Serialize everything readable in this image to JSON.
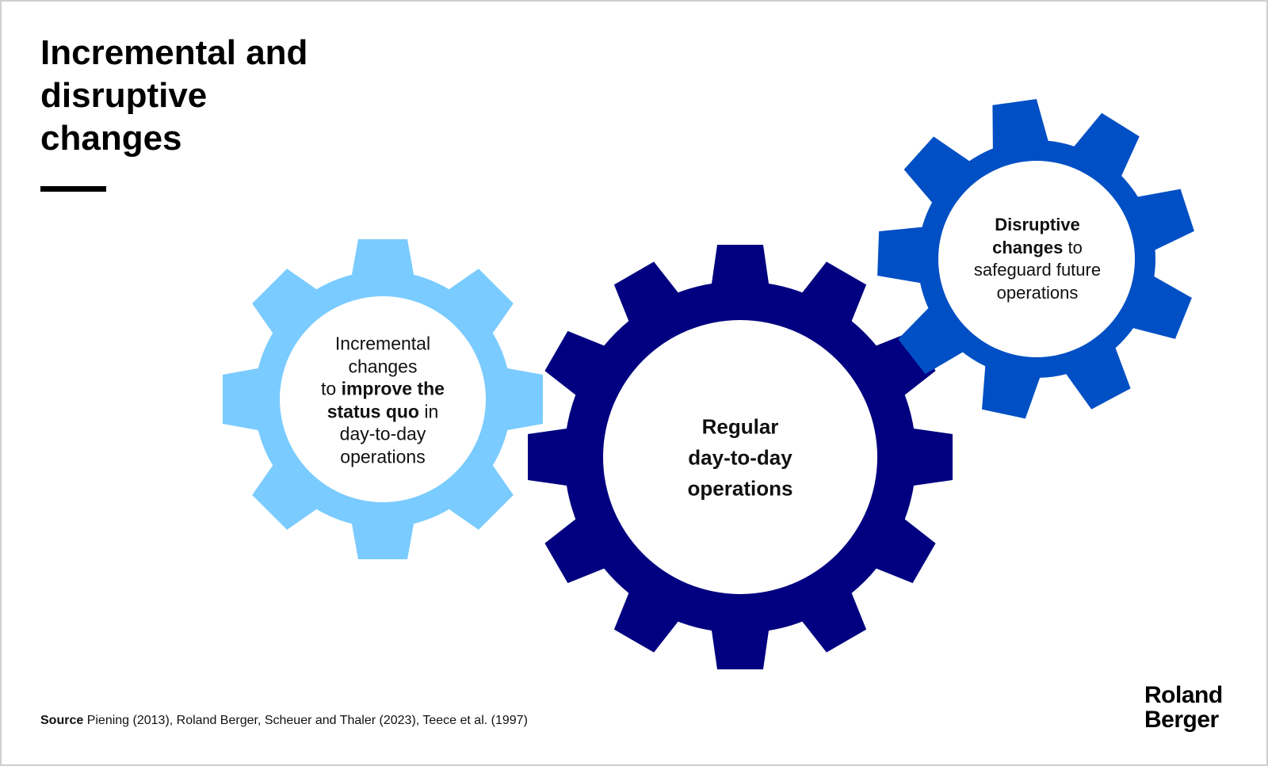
{
  "title": "Incremental and disruptive changes",
  "colors": {
    "incremental": "#7ACBFF",
    "regular": "#000080",
    "disruptive": "#004FC4"
  },
  "gears": {
    "incremental": {
      "line1": "Incremental",
      "line2": "changes",
      "line3_pre": "to ",
      "line3_bold": "improve the",
      "line4_bold": "status quo",
      "line4_post": " in",
      "line5": "day-to-day",
      "line6": "operations"
    },
    "regular": {
      "line1": "Regular",
      "line2": "day-to-day",
      "line3": "operations"
    },
    "disruptive": {
      "line1_bold": "Disruptive",
      "line2_bold": "changes",
      "line2_post": " to",
      "line3": "safeguard future",
      "line4": "operations"
    }
  },
  "source": {
    "label": "Source",
    "text": " Piening (2013), Roland Berger, Scheuer and Thaler (2023), Teece et al. (1997)"
  },
  "logo": {
    "line1": "Roland",
    "line2": "Berger"
  }
}
